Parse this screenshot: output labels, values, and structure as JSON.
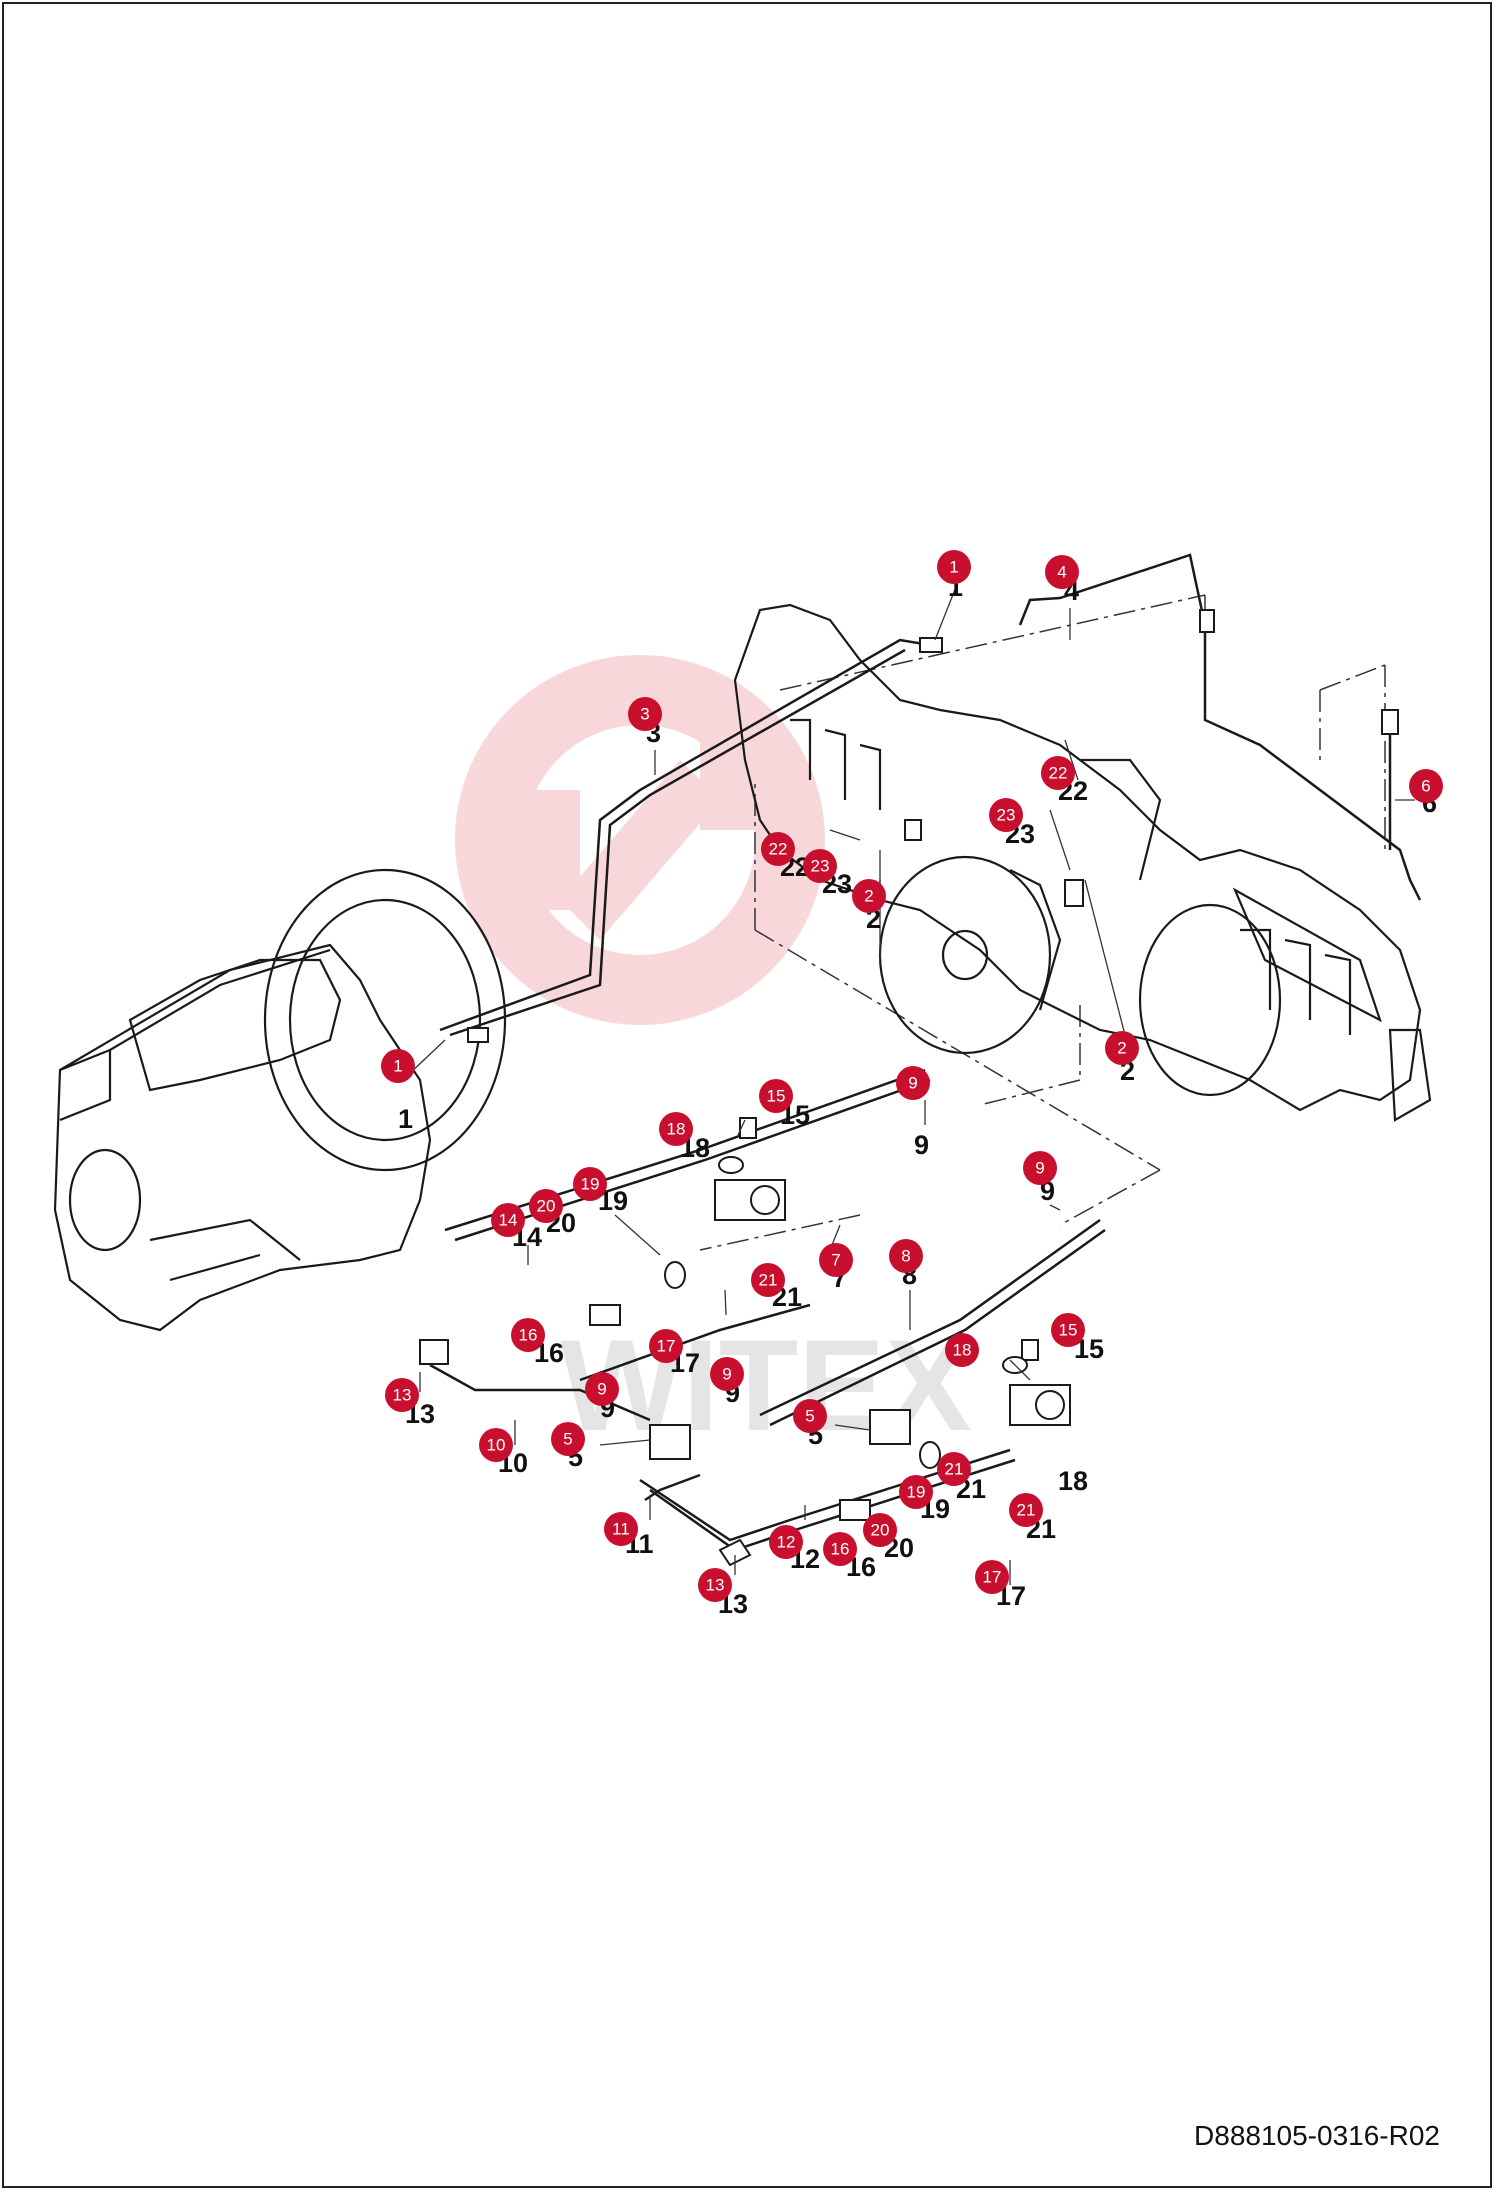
{
  "drawing_code": "D888105-0316-R02",
  "watermark": {
    "text": "WITEX",
    "color": "#f2b8bb"
  },
  "colors": {
    "callout": "#c8102e",
    "line": "#1a1a1a",
    "leader": "#333333"
  },
  "callouts": [
    {
      "n": "1",
      "label": "1"
    },
    {
      "n": "1",
      "label": "1"
    },
    {
      "n": "2",
      "label": "2"
    },
    {
      "n": "2",
      "label": "2"
    },
    {
      "n": "3",
      "label": "3"
    },
    {
      "n": "4",
      "label": "4"
    },
    {
      "n": "5",
      "label": "5"
    },
    {
      "n": "5",
      "label": "5"
    },
    {
      "n": "6",
      "label": "6"
    },
    {
      "n": "7",
      "label": "7"
    },
    {
      "n": "8",
      "label": "8"
    },
    {
      "n": "9",
      "label": "9"
    },
    {
      "n": "9",
      "label": "9"
    },
    {
      "n": "9",
      "label": "9"
    },
    {
      "n": "9",
      "label": "9"
    },
    {
      "n": "10",
      "label": "10"
    },
    {
      "n": "11",
      "label": "11"
    },
    {
      "n": "12",
      "label": "12"
    },
    {
      "n": "13",
      "label": "13"
    },
    {
      "n": "13",
      "label": "13"
    },
    {
      "n": "14",
      "label": "14"
    },
    {
      "n": "15",
      "label": "15"
    },
    {
      "n": "15",
      "label": "15"
    },
    {
      "n": "16",
      "label": "16"
    },
    {
      "n": "16",
      "label": "16"
    },
    {
      "n": "17",
      "label": "17"
    },
    {
      "n": "17",
      "label": "17"
    },
    {
      "n": "18",
      "label": "18"
    },
    {
      "n": "18",
      "label": "18"
    },
    {
      "n": "19",
      "label": "19"
    },
    {
      "n": "19",
      "label": "19"
    },
    {
      "n": "20",
      "label": "20"
    },
    {
      "n": "20",
      "label": "20"
    },
    {
      "n": "21",
      "label": "21"
    },
    {
      "n": "21",
      "label": "21"
    },
    {
      "n": "21",
      "label": "21"
    },
    {
      "n": "22",
      "label": "22"
    },
    {
      "n": "22",
      "label": "22"
    },
    {
      "n": "23",
      "label": "23"
    },
    {
      "n": "23",
      "label": "23"
    }
  ]
}
